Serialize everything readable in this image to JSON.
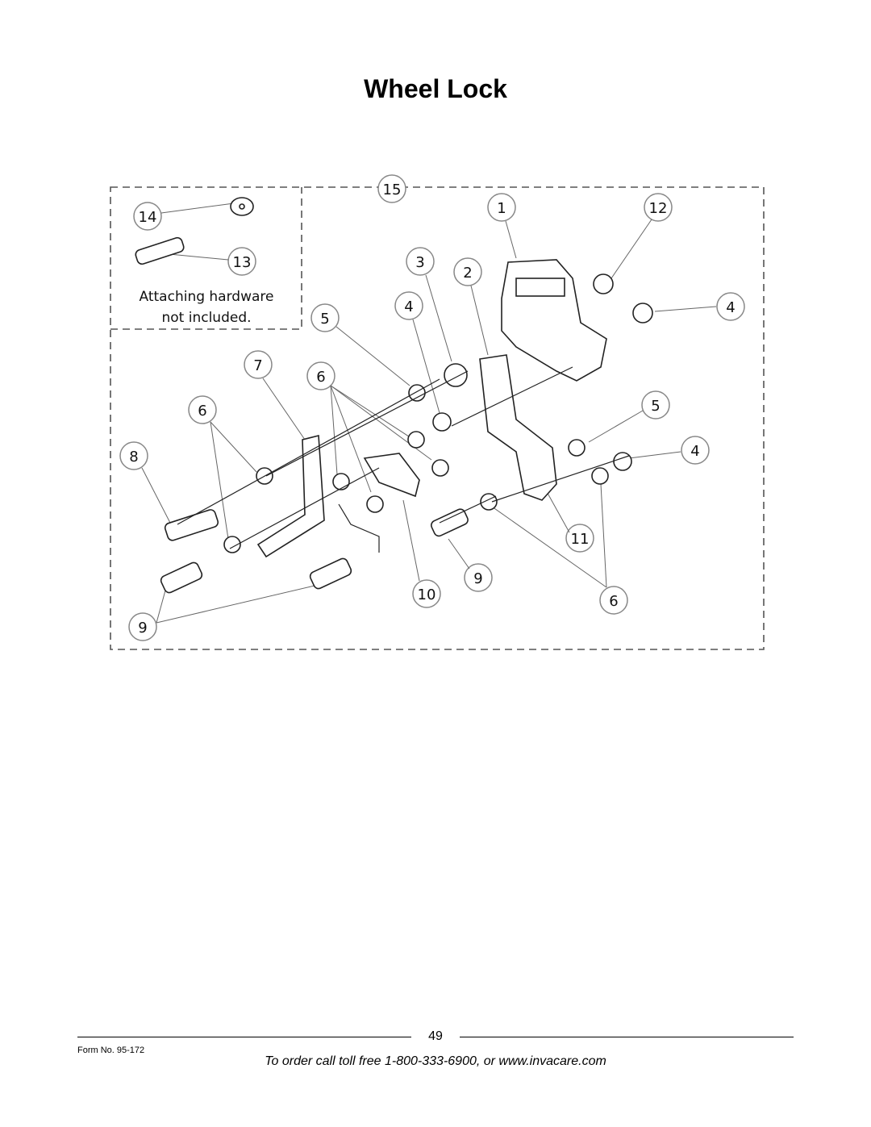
{
  "page": {
    "title": "Wheel Lock",
    "page_number": "49",
    "form_number": "Form No.  95-172",
    "order_line": "To order call toll free 1-800-333-6900, or www.invacare.com"
  },
  "diagram": {
    "hardware_note_line1": "Attaching hardware",
    "hardware_note_line2": "not included.",
    "callouts": [
      "15",
      "1",
      "12",
      "14",
      "13",
      "3",
      "2",
      "4",
      "4",
      "5",
      "7",
      "6",
      "6",
      "5",
      "8",
      "4",
      "11",
      "9",
      "10",
      "6",
      "9"
    ]
  }
}
